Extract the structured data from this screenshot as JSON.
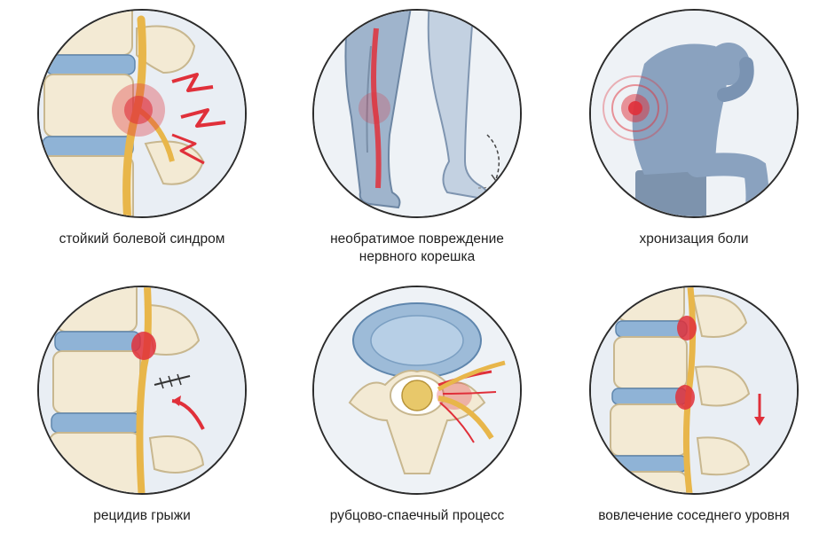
{
  "panels": [
    {
      "id": "persistent-pain",
      "icon": "spine-pain-icon",
      "caption_lines": [
        "стойкий болевой синдром"
      ]
    },
    {
      "id": "nerve-root-damage",
      "icon": "leg-nerve-icon",
      "caption_lines": [
        "необратимое повреждение",
        "нервного корешка"
      ]
    },
    {
      "id": "pain-chronification",
      "icon": "sitting-person-icon",
      "caption_lines": [
        "хронизация боли"
      ]
    },
    {
      "id": "hernia-recurrence",
      "icon": "spine-recurrence-icon",
      "caption_lines": [
        "рецидив грыжи"
      ]
    },
    {
      "id": "adhesion-process",
      "icon": "vertebra-crosssection-icon",
      "caption_lines": [
        "рубцово-спаечный процесс"
      ]
    },
    {
      "id": "adjacent-level",
      "icon": "spine-adjacent-icon",
      "caption_lines": [
        "вовлечение соседнего уровня"
      ]
    }
  ],
  "colors": {
    "bone": "#f3ead4",
    "bone_shade": "#d9c9a3",
    "disc": "#8fb3d6",
    "nerve": "#e8b64a",
    "pain": "#e0303a",
    "skin": "#9fb4cc",
    "outline": "#2c2c2c"
  }
}
